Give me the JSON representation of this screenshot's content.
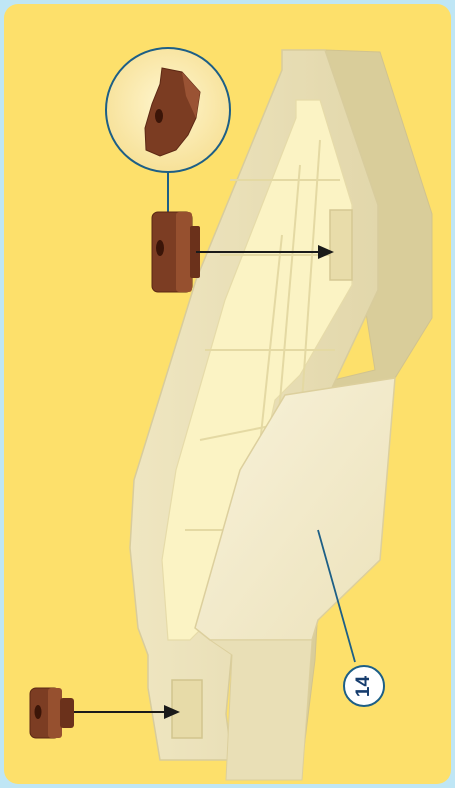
{
  "instruction_step": {
    "part_number_label": "14",
    "parts": [
      {
        "name": "brown-connector-peg",
        "count": 2
      },
      {
        "name": "cream-wall-panel",
        "count": 1
      }
    ],
    "colors": {
      "background": "#fde06b",
      "border": "#bfe6f5",
      "panel_cream": "#f2ebcc",
      "peg_brown": "#7a3c24",
      "callout_ring": "#1d5f86",
      "arrow": "#1a1a1a"
    }
  }
}
